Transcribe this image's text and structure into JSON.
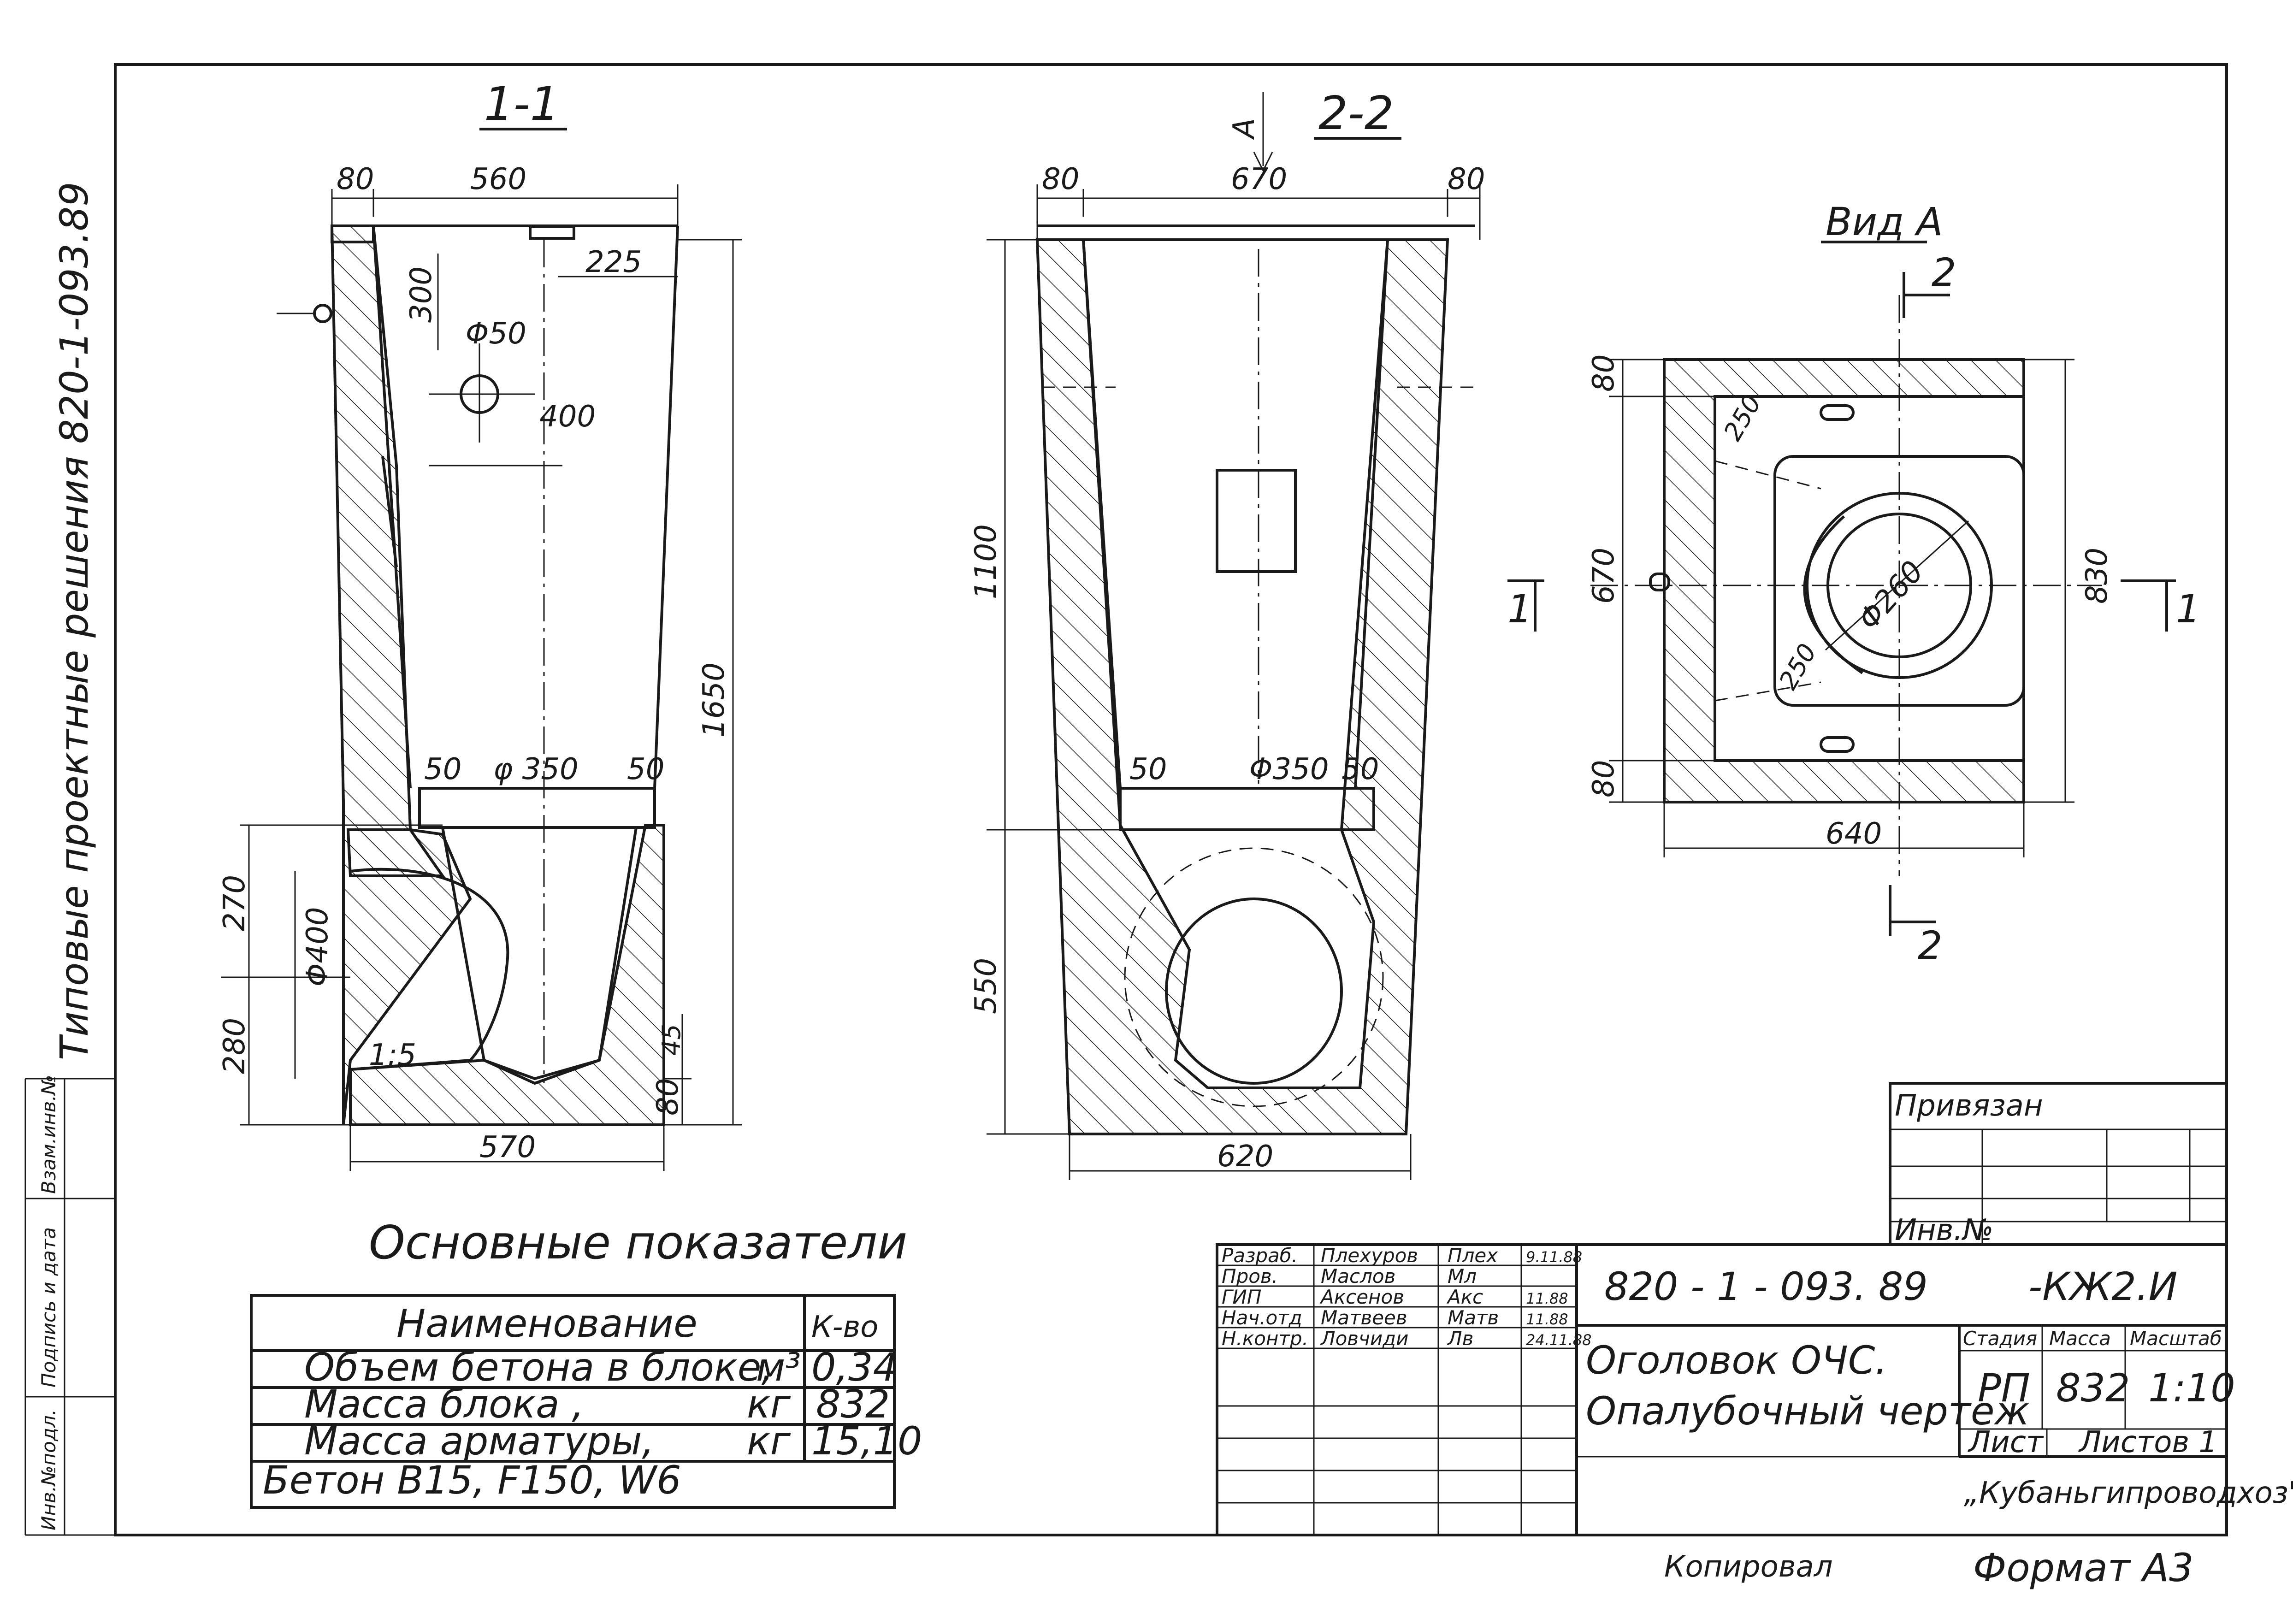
{
  "sheet": {
    "side_title": "Типовые проектные решения 820-1-093.89",
    "margin_labels": [
      "Инв.№подл.",
      "Подпись и дата",
      "Взам.инв.№"
    ]
  },
  "section_1_1": {
    "title": "1-1",
    "dims": {
      "top_left": "80",
      "top_width": "560",
      "offset_225": "225",
      "depth_300": "300",
      "hole_diam": "Φ50",
      "hole_400": "400",
      "total_height": "1650",
      "ledge_left": "50",
      "pipe_seat": "φ 350",
      "ledge_right": "50",
      "pipe_diam": "Φ400",
      "h_270": "270",
      "h_280": "280",
      "slope": "1:5",
      "h_45": "45",
      "base_80": "80",
      "bottom_width": "570"
    }
  },
  "section_2_2": {
    "title": "2-2",
    "arrow_label": "А",
    "dims": {
      "top_left": "80",
      "top_width": "670",
      "top_right": "80",
      "h_1100": "1100",
      "h_550": "550",
      "ledge_left": "50",
      "pipe_seat": "Φ350",
      "ledge_right": "50",
      "bottom_width": "620"
    }
  },
  "view_a": {
    "title": "Вид А",
    "dims": {
      "top_80": "80",
      "mid_670": "670",
      "bot_80": "80",
      "height_830": "830",
      "width_640": "640",
      "pipe_diam": "Φ260",
      "r250_a": "250",
      "r250_b": "250"
    },
    "cut_labels": {
      "left_1": "1",
      "right_1": "1",
      "top_2": "2",
      "bottom_2": "2"
    }
  },
  "indicators": {
    "title": "Основные показатели",
    "header": {
      "name": "Наименование",
      "qty": "К-во"
    },
    "rows": [
      {
        "name": "Объем бетона в блоке,",
        "unit": "м³",
        "qty": "0,34"
      },
      {
        "name": "Масса блока ,",
        "unit": "кг",
        "qty": "832"
      },
      {
        "name": "Масса арматуры,",
        "unit": "кг",
        "qty": "15,10"
      },
      {
        "name": "Бетон В15, F150, W6",
        "unit": "",
        "qty": ""
      }
    ]
  },
  "title_block": {
    "doc_code": "820 - 1 - 093. 89",
    "sheet_code": "-КЖ2.И",
    "object_name": "Оголовок ОЧС.",
    "drawing_name": "Опалубочный чертеж",
    "organization": "„Кубаньгипроводхоз\"",
    "stage_head": "Стадия",
    "mass_head": "Масса",
    "scale_head": "Масштаб",
    "stage": "РП",
    "mass": "832",
    "scale": "1:10",
    "sheet_head": "Лист",
    "sheets_head": "Листов 1",
    "signatures": [
      {
        "role": "Разраб.",
        "name": "Плехуров",
        "sign": "Плех",
        "date": "9.11.88"
      },
      {
        "role": "Пров.",
        "name": "Маслов",
        "sign": "Мл",
        "date": ""
      },
      {
        "role": "ГИП",
        "name": "Аксенов",
        "sign": "Акс",
        "date": "11.88"
      },
      {
        "role": "Нач.отд",
        "name": "Матвеев",
        "sign": "Матв",
        "date": "11.88"
      },
      {
        "role": "Н.контр.",
        "name": "Ловчиди",
        "sign": "Лв",
        "date": "24.11.88"
      }
    ],
    "bound": "Привязан",
    "inv_no": "Инв.№",
    "copied": "Копировал",
    "format": "Формат А3"
  }
}
